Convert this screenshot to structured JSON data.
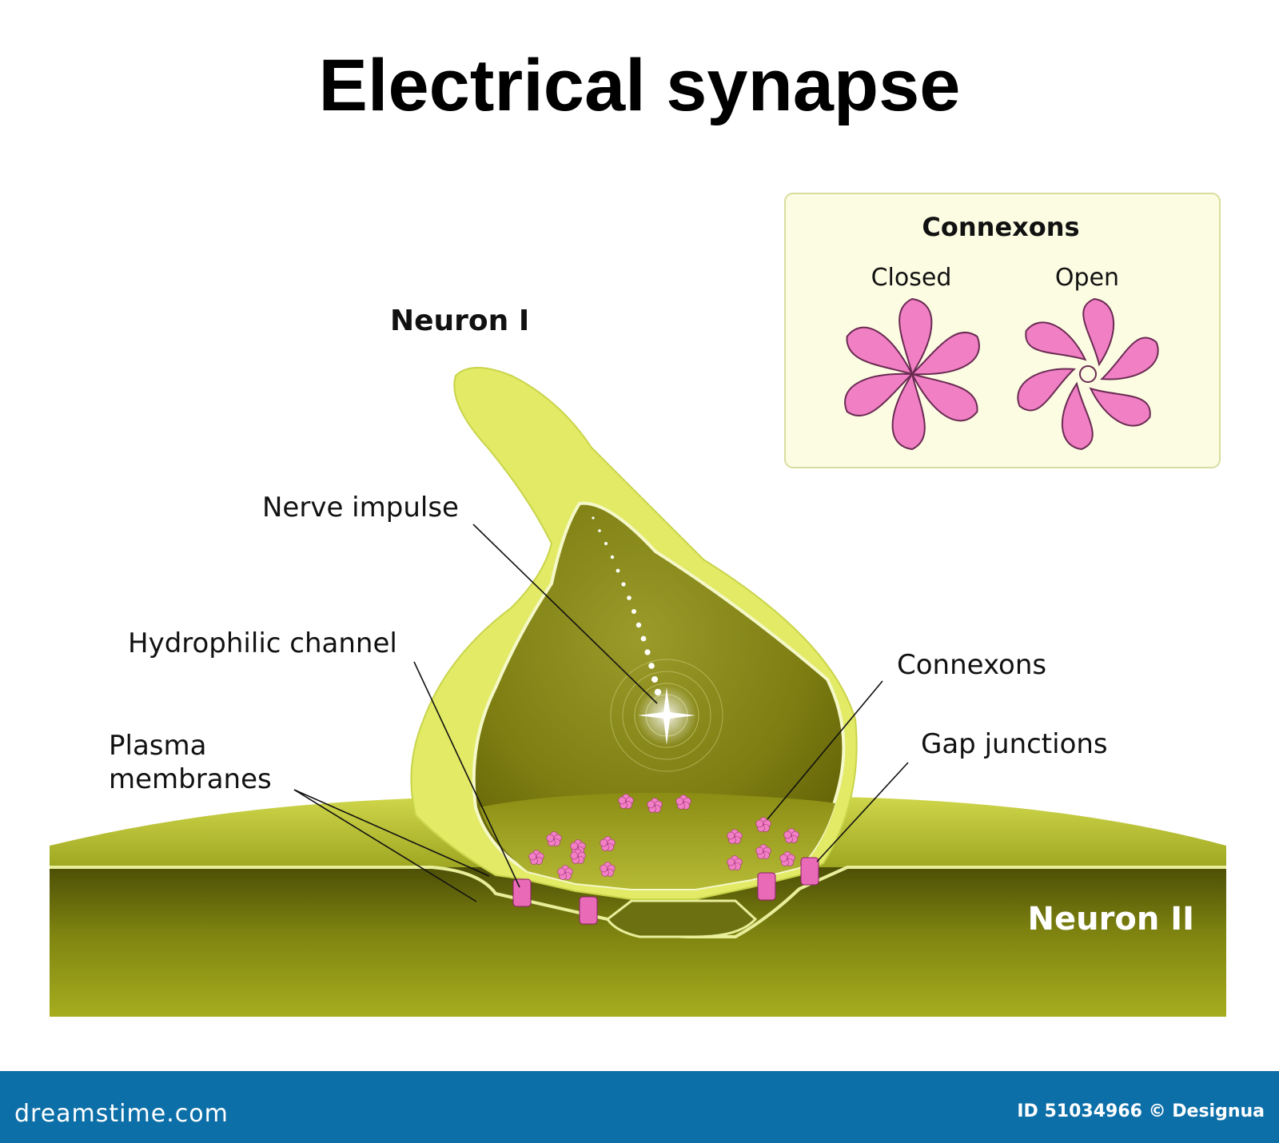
{
  "title": "Electrical synapse",
  "neuron1_label": "Neuron I",
  "neuron2_label": "Neuron II",
  "labels": {
    "nerve_impulse": "Nerve impulse",
    "hydrophilic_channel": "Hydrophilic channel",
    "plasma_line1": "Plasma",
    "plasma_line2": "membranes",
    "connexons": "Connexons",
    "gap_junctions": "Gap junctions"
  },
  "inset": {
    "title": "Connexons",
    "closed_label": "Closed",
    "open_label": "Open"
  },
  "footer": {
    "site": "dreamstime.com",
    "credit": "ID 51034966 © Designua"
  },
  "colors": {
    "neuron_membrane": "#e3ec6a",
    "neuron_interior": "#8a8a1c",
    "neuron2_top": "#b5bd35",
    "neuron2_body": "#5b5e08",
    "connexon_pink": "#f07fc4",
    "inset_bg": "#fbfce2",
    "footer_bar": "#0d6fa8"
  }
}
